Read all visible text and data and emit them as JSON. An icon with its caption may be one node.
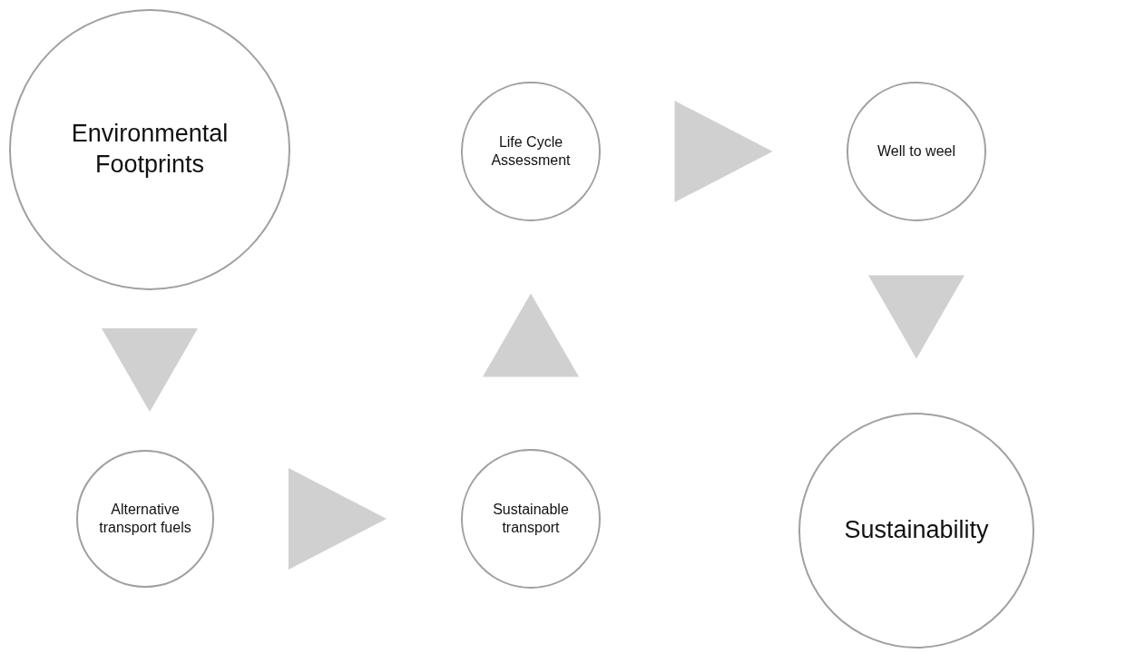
{
  "diagram": {
    "nodes": [
      {
        "text": [
          "Environmental Footprints"
        ]
      },
      {
        "text": [
          "Alternative transport fuels"
        ]
      },
      {
        "text": [
          "Sustainable transport"
        ]
      },
      {
        "text": [
          "Life Cycle Assessment"
        ]
      },
      {
        "text": [
          "Well to weel"
        ]
      },
      {
        "text": [
          "Sustainability"
        ]
      }
    ],
    "edges": [
      {
        "from": 0,
        "to": 1,
        "arrow": "to"
      },
      {
        "from": 1,
        "to": 2,
        "arrow": "to"
      },
      {
        "from": 2,
        "to": 3,
        "arrow": "to"
      },
      {
        "from": 3,
        "to": 4,
        "arrow": "to"
      },
      {
        "from": 4,
        "to": 5,
        "arrow": "to"
      }
    ]
  }
}
